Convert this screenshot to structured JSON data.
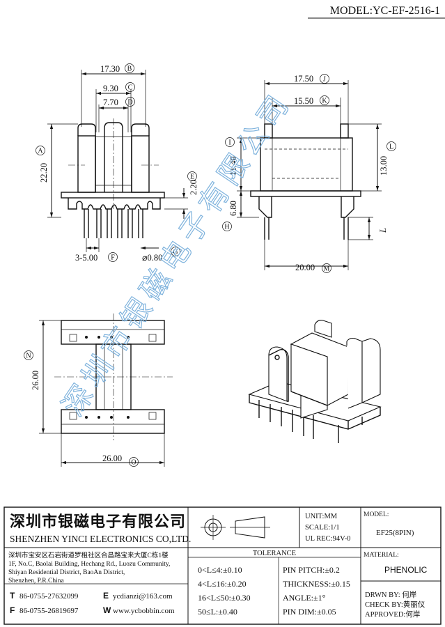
{
  "header": {
    "model_label": "MODEL:YC-EF-2516-1"
  },
  "front_view": {
    "dims": {
      "w_outer": "17.30",
      "w_mid": "9.30",
      "w_inner": "7.70",
      "h_total": "22.20",
      "h_flange": "2.20",
      "pitch": "3-5.00",
      "pin_dia": "⌀0.80"
    },
    "letters": {
      "A": "A",
      "B": "B",
      "C": "C",
      "D": "D",
      "E": "E",
      "F": "F",
      "G": "G"
    }
  },
  "side_view": {
    "dims": {
      "w_outer": "17.50",
      "w_inner": "15.50",
      "h_upper": "11.40",
      "h_lower": "6.80",
      "h_right": "13.00",
      "w_base": "20.00",
      "pin_len": "L"
    },
    "letters": {
      "H": "H",
      "I": "I",
      "J": "J",
      "K": "K",
      "L": "L",
      "M": "M"
    }
  },
  "top_view": {
    "dims": {
      "height": "26.00",
      "width": "26.00"
    },
    "letters": {
      "N": "N",
      "O": "O"
    }
  },
  "watermark": "深圳市银磁电子有限公司",
  "title_block": {
    "company_cn": "深圳市银磁电子有限公司",
    "company_en": "SHENZHEN YINCI ELECTRONICS CO,LTD.",
    "address": [
      "深圳市宝安区石岩街道罗租社区合昌路宝来大厦C栋1楼",
      "1F, No.C, Baolai Building, Hechang Rd., Luozu Community,",
      "Shiyan Residential District, BaoAn District,",
      "Shenzhen, P.R.China"
    ],
    "tel_label": "T",
    "tel": "86-0755-27632099",
    "fax_label": "F",
    "fax": "86-0755-26819697",
    "email_label": "E",
    "email": "ycdianzi@163.com",
    "web_label": "W",
    "web": "www.ycbobbin.com",
    "unit": "UNIT:MM",
    "scale": "SCALE:1/1",
    "ul_rec": "UL REC:94V-0",
    "model_header": "MODEL:",
    "model_value": "EF25(8PIN)",
    "tolerance_header": "TOLERANCE",
    "tolerances_left": [
      "0<L≤4:±0.10",
      "4<L≤16:±0.20",
      "16<L≤50:±0.30",
      "50≤L:±0.40"
    ],
    "tolerances_right": [
      "PIN PITCH:±0.2",
      "THICKNESS:±0.15",
      "ANGLE:±1°",
      "PIN DIM:±0.05"
    ],
    "material_header": "MATERIAL:",
    "material": "PHENOLIC",
    "drawn_by": "DRWN BY: 何岸",
    "checked_by": "CHECK BY:黄丽仪",
    "approved_by": "APPROVED:何岸"
  }
}
